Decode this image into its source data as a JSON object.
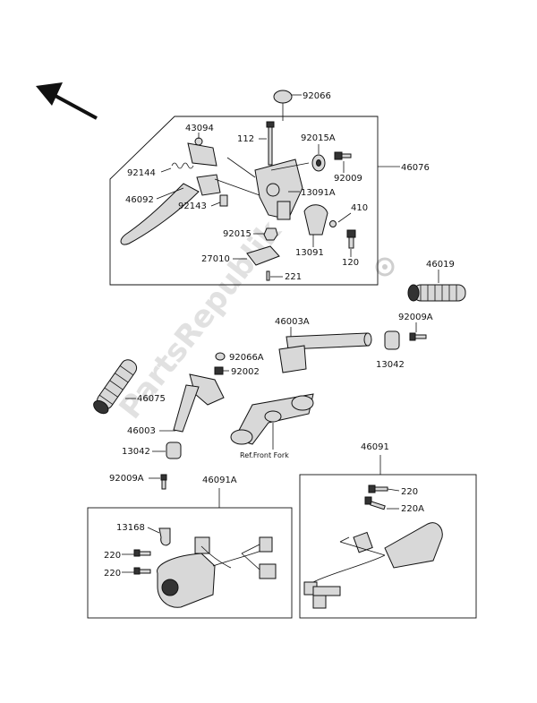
{
  "watermark": "PartsRepublik",
  "labels": {
    "l92066": "92066",
    "l43094": "43094",
    "l112": "112",
    "l92015A": "92015A",
    "l92009": "92009",
    "l46076": "46076",
    "l92144": "92144",
    "l13091A": "13091A",
    "l46092": "46092",
    "l92143": "92143",
    "l410": "410",
    "l92015": "92015",
    "l13091": "13091",
    "l120": "120",
    "l27010": "27010",
    "l221": "221",
    "l46019": "46019",
    "l46003A": "46003A",
    "l92009A_r": "92009A",
    "l92066A": "92066A",
    "l13042_r": "13042",
    "l92002": "92002",
    "l46075": "46075",
    "l46003": "46003",
    "l13042_l": "13042",
    "l92009A_l": "92009A",
    "lRefFront": "Ref.Front Fork",
    "l46091": "46091",
    "l46091A": "46091A",
    "l13168": "13168",
    "l220_r": "220",
    "l220A": "220A",
    "l220_a": "220",
    "l220_b": "220"
  },
  "icons": {
    "direction_arrow": "front-direction-arrow-icon",
    "gear_logo": "gear-icon"
  }
}
